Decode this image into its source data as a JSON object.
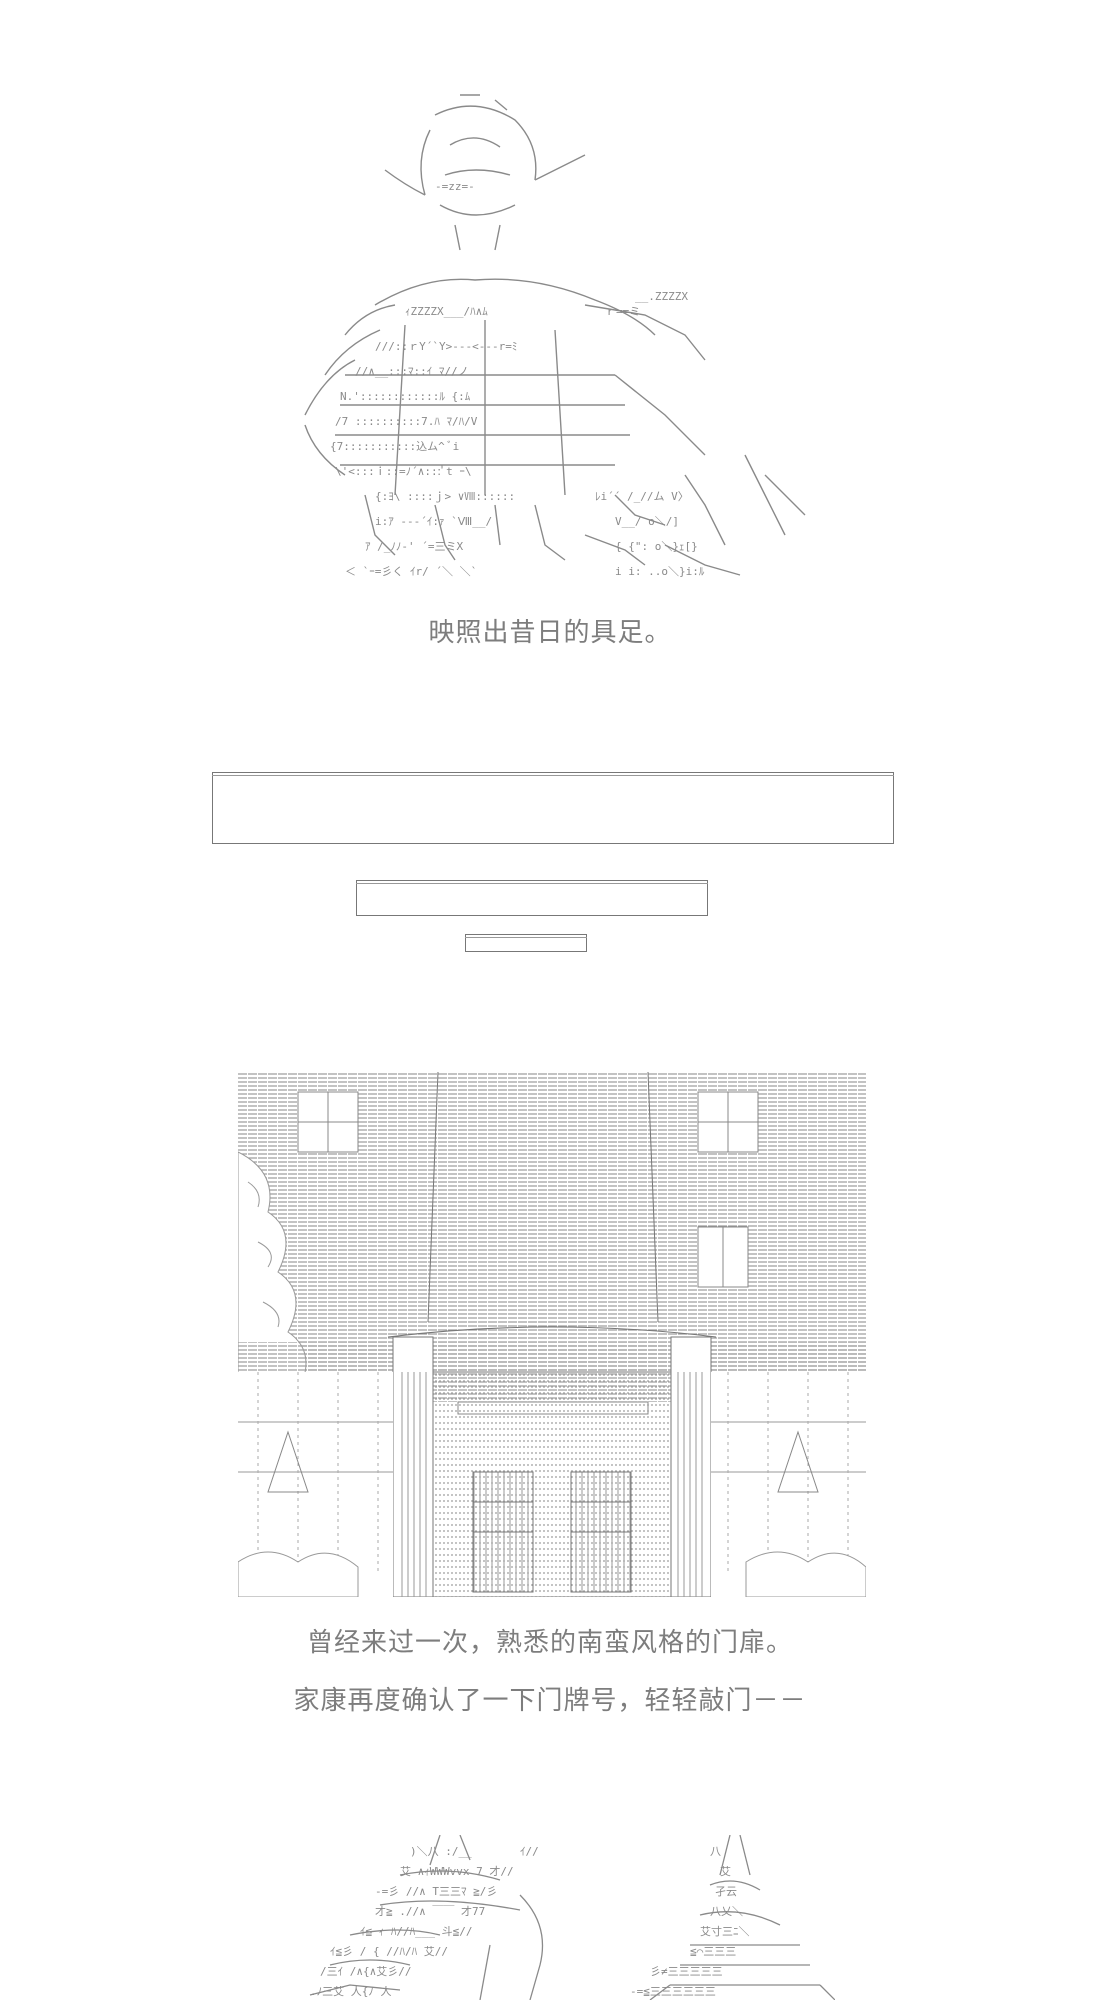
{
  "captions": {
    "armor_line": "映照出昔日的具足。",
    "gate_line": "曾经来过一次，熟悉的南蛮风格的门扉。",
    "knock_line": "家康再度确认了一下门牌号，轻轻敲门－－"
  },
  "art": {
    "top_figure": "armor-figure-ascii-art",
    "gate": "southern-barbarian-gate-ascii-art",
    "bottom_figures": "two-figures-ascii-art"
  }
}
